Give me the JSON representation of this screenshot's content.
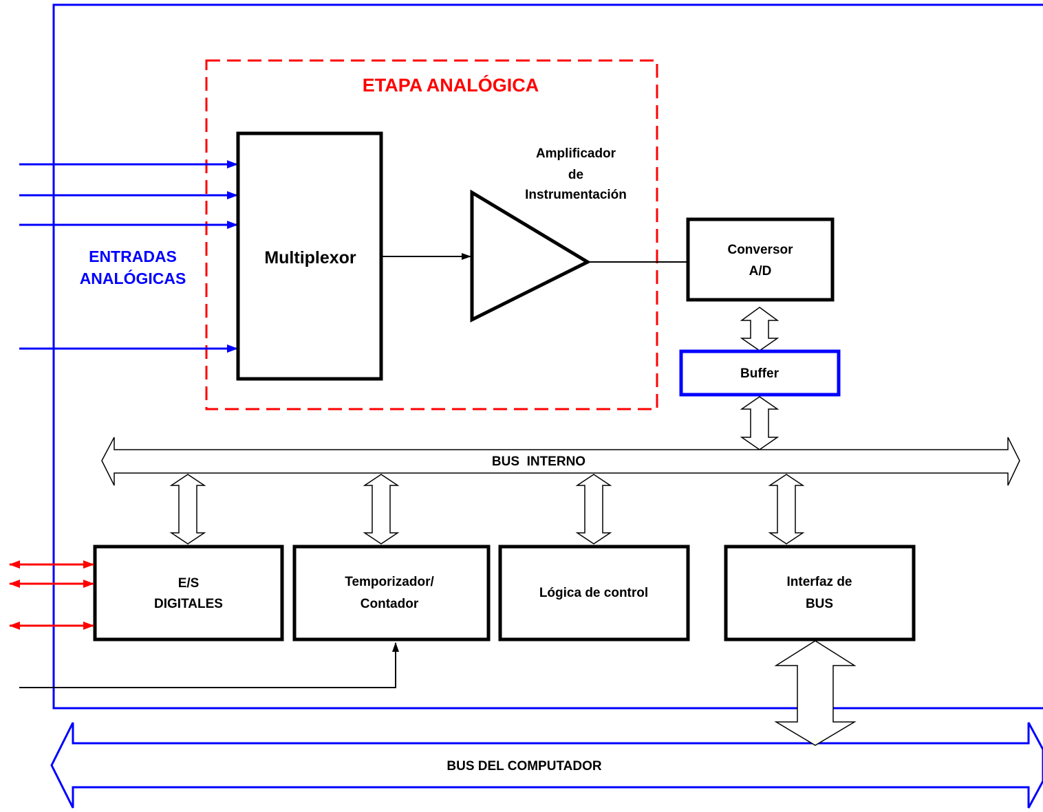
{
  "etapa_analogica": {
    "title": "ETAPA ANALÓGICA"
  },
  "entradas": {
    "line1": "ENTRADAS",
    "line2": "ANALÓGICAS"
  },
  "multiplexor": {
    "label": "Multiplexor"
  },
  "amplificador": {
    "line1": "Amplificador",
    "line2": "de",
    "line3": "Instrumentación"
  },
  "conversor": {
    "line1": "Conversor",
    "line2": "A/D"
  },
  "buffer": {
    "label": "Buffer"
  },
  "bus_interno": {
    "label": "BUS  INTERNO"
  },
  "es_digitales": {
    "line1": "E/S",
    "line2": "DIGITALES"
  },
  "temporizador": {
    "line1": "Temporizador/",
    "line2": "Contador"
  },
  "logica": {
    "label": "Lógica de control"
  },
  "interfaz": {
    "line1": "Interfaz de",
    "line2": "BUS"
  },
  "bus_computador": {
    "label": "BUS DEL COMPUTADOR"
  },
  "colors": {
    "blue": "#0000ff",
    "red": "#ff0000",
    "black": "#000000"
  }
}
